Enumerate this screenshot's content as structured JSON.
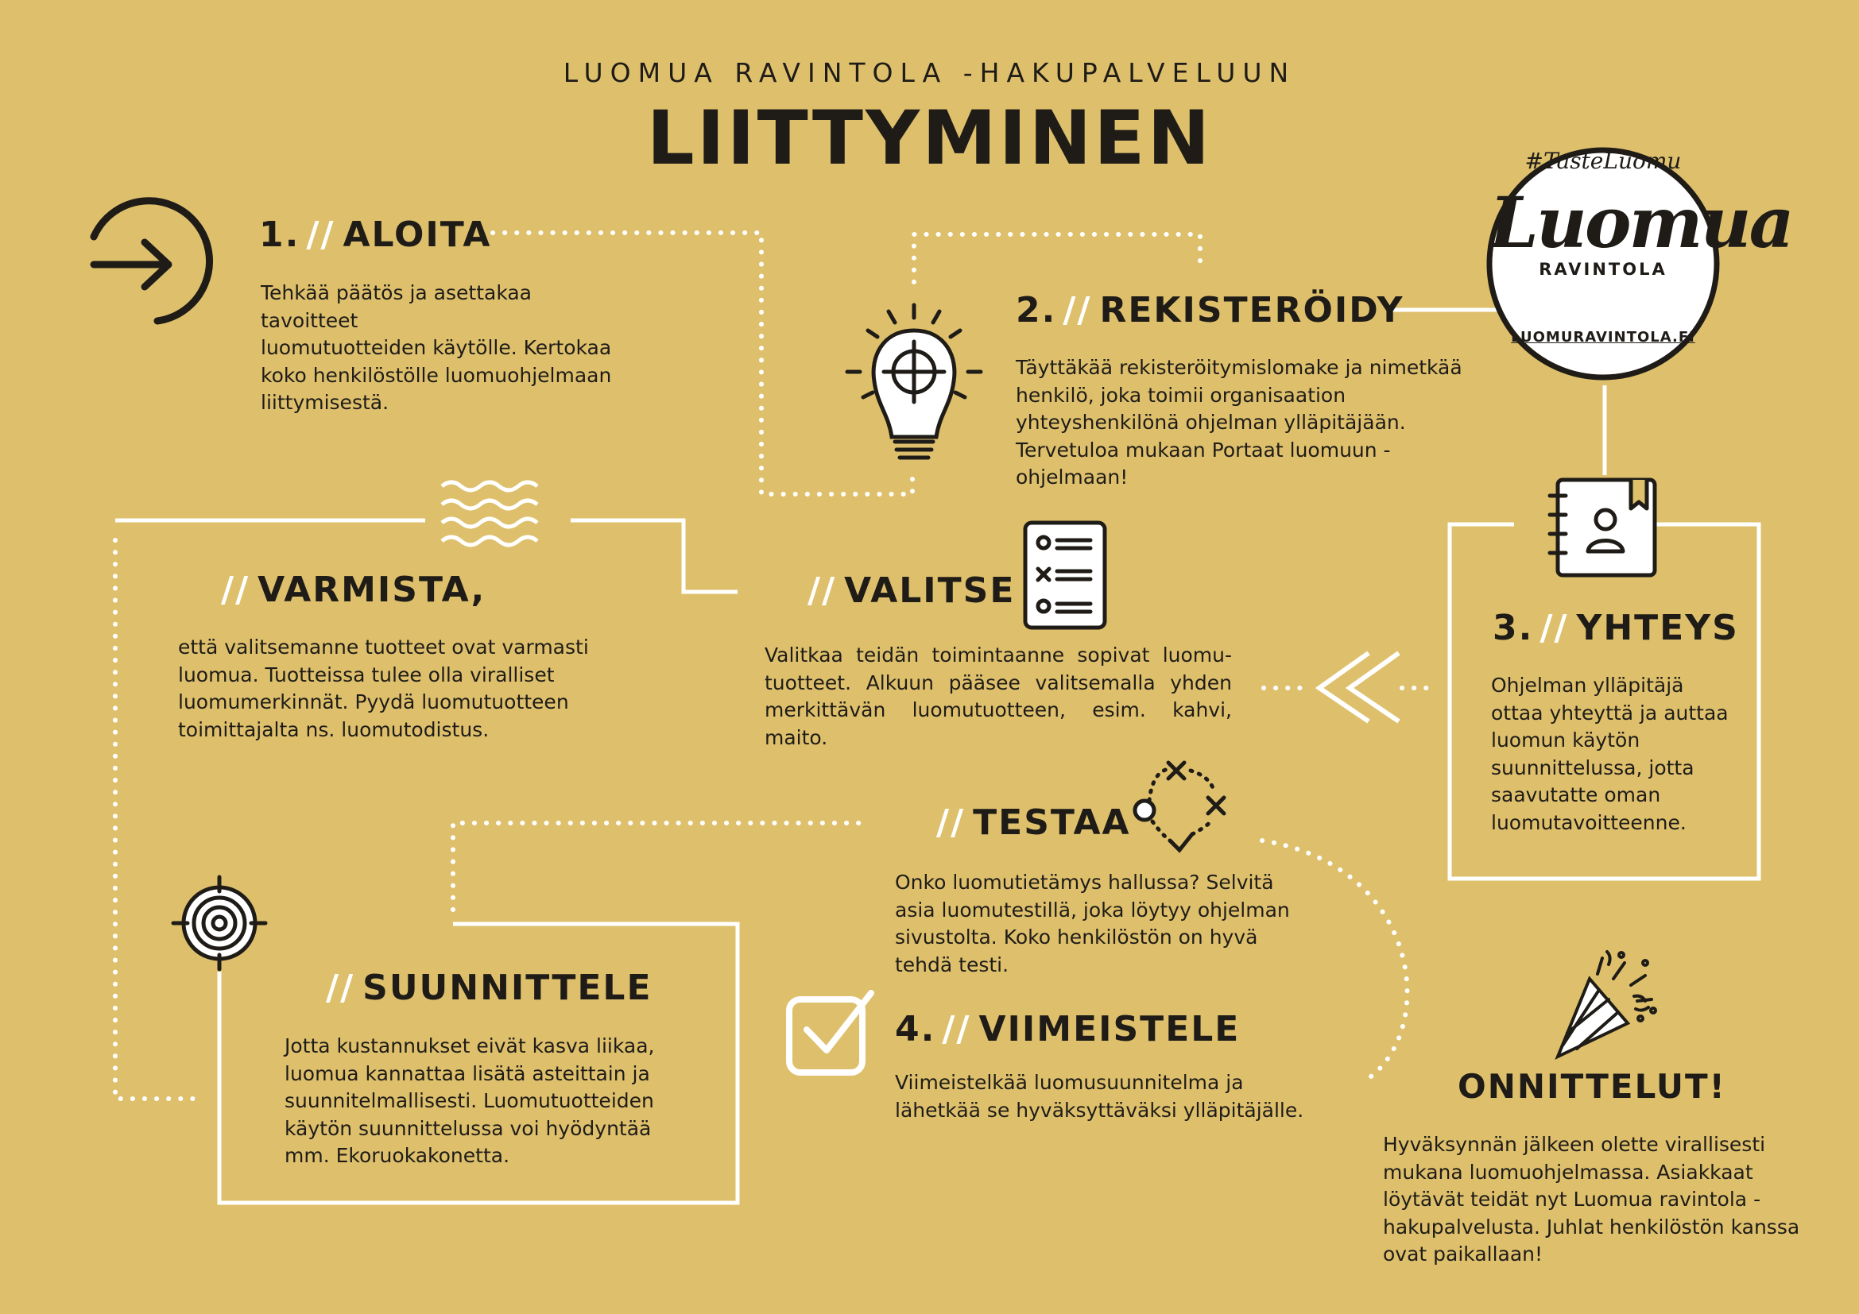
{
  "header": {
    "subtitle": "LUOMUA RAVINTOLA -HAKUPALVELUUN",
    "title": "LIITTYMINEN"
  },
  "badge": {
    "tag": "#TasteLuomu",
    "logo": "Luomua",
    "sub": "RAVINTOLA",
    "url": "LUOMURAVINTOLA.FI"
  },
  "steps": {
    "aloita": {
      "number": "1.",
      "sep": "//",
      "title": "ALOITA",
      "lines": [
        "Tehkää päätös ja asettakaa tavoitteet",
        "luomutuotteiden käytölle. Kertokaa",
        "koko henkilöstölle luomuohjelmaan",
        "liittymisestä."
      ]
    },
    "rekisteroidy": {
      "number": "2.",
      "sep": "//",
      "title": "REKISTERÖIDY",
      "lines": [
        "Täyttäkää rekisteröitymislomake ja nimetkää",
        "henkilö, joka toimii organisaation",
        "yhteyshenkilönä ohjelman ylläpitäjään.",
        "Tervetuloa mukaan Portaat luomuun -",
        "ohjelmaan!"
      ]
    },
    "yhteys": {
      "number": "3.",
      "sep": "//",
      "title": "YHTEYS",
      "lines": [
        "Ohjelman ylläpitäjä",
        "ottaa yhteyttä ja auttaa",
        "luomun käytön",
        "suunnittelussa, jotta",
        "saavutatte oman",
        "luomutavoitteenne."
      ]
    },
    "valitse": {
      "sep": "//",
      "title": "VALITSE",
      "lines": [
        "Valitkaa teidän toimintaanne sopivat luomu-",
        "tuotteet. Alkuun pääsee valitsemalla yhden",
        "merkittävän luomutuotteen, esim. kahvi, maito."
      ]
    },
    "varmista": {
      "sep": "//",
      "title": "VARMISTA,",
      "lines": [
        "että valitsemanne tuotteet ovat varmasti",
        "luomua. Tuotteissa tulee olla viralliset",
        "luomumerkinnät. Pyydä luomutuotteen",
        "toimittajalta ns. luomutodistus."
      ]
    },
    "testaa": {
      "sep": "//",
      "title": "TESTAA",
      "lines": [
        "Onko luomutietämys hallussa? Selvitä",
        "asia luomutestillä, joka löytyy ohjelman",
        "sivustolta. Koko henkilöstön on hyvä",
        "tehdä testi."
      ]
    },
    "suunnittele": {
      "sep": "//",
      "title": "SUUNNITTELE",
      "lines": [
        "Jotta kustannukset eivät kasva liikaa,",
        "luomua kannattaa lisätä asteittain ja",
        "suunnitelmallisesti. Luomutuotteiden",
        "käytön suunnittelussa voi hyödyntää",
        "mm. Ekoruokakonetta."
      ]
    },
    "viimeistele": {
      "number": "4.",
      "sep": "//",
      "title": "VIIMEISTELE",
      "lines": [
        "Viimeistelkää luomusuunnitelma ja",
        "lähetkää se hyväksyttäväksi ylläpitäjälle."
      ]
    },
    "onnittelut": {
      "title": "ONNITTELUT!",
      "lines": [
        "Hyväksynnän jälkeen olette virallisesti",
        "mukana luomuohjelmassa. Asiakkaat",
        "löytävät teidät nyt Luomua ravintola -",
        "hakupalvelusta. Juhlat henkilöstön kanssa",
        "ovat paikallaan!"
      ]
    }
  },
  "colors": {
    "background": "#dec06c",
    "ink": "#1f1c18",
    "line": "#ffffff"
  }
}
